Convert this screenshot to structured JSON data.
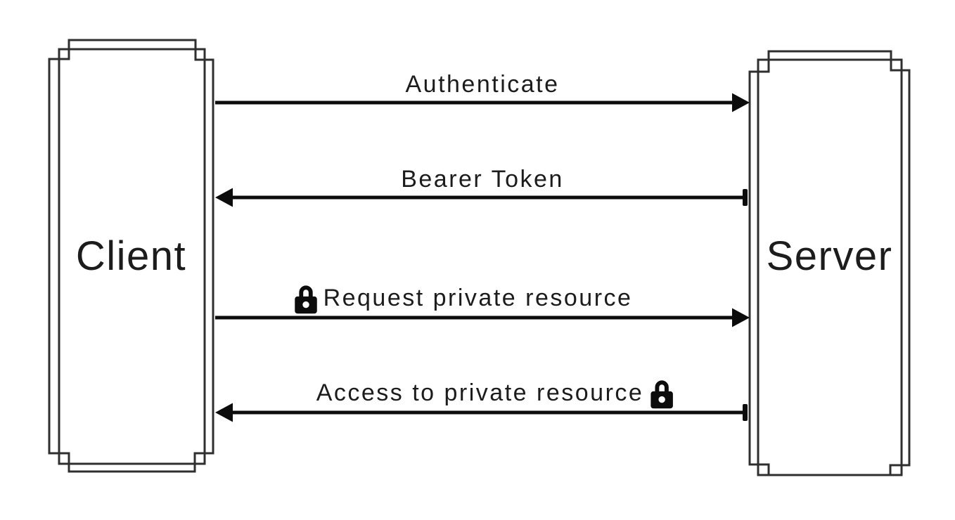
{
  "diagram": {
    "type": "sequence",
    "colors": {
      "background": "#ffffff",
      "frame_line": "#2f2f2f",
      "arrow": "#0c0c0c",
      "text": "#1c1c1c"
    },
    "actors": [
      {
        "id": "client",
        "label": "Client"
      },
      {
        "id": "server",
        "label": "Server"
      }
    ],
    "messages": [
      {
        "label": "Authenticate",
        "from": "client",
        "to": "server",
        "direction": "right",
        "end_marker": "arrowhead",
        "lock_icon": null
      },
      {
        "label": "Bearer Token",
        "from": "server",
        "to": "client",
        "direction": "left",
        "end_marker": "bar-at-server",
        "lock_icon": null
      },
      {
        "label": "Request private resource",
        "from": "client",
        "to": "server",
        "direction": "right",
        "end_marker": "arrowhead",
        "lock_icon": "before-label"
      },
      {
        "label": "Access to private resource",
        "from": "server",
        "to": "client",
        "direction": "left",
        "end_marker": "bar-at-server",
        "lock_icon": "after-label"
      }
    ]
  }
}
